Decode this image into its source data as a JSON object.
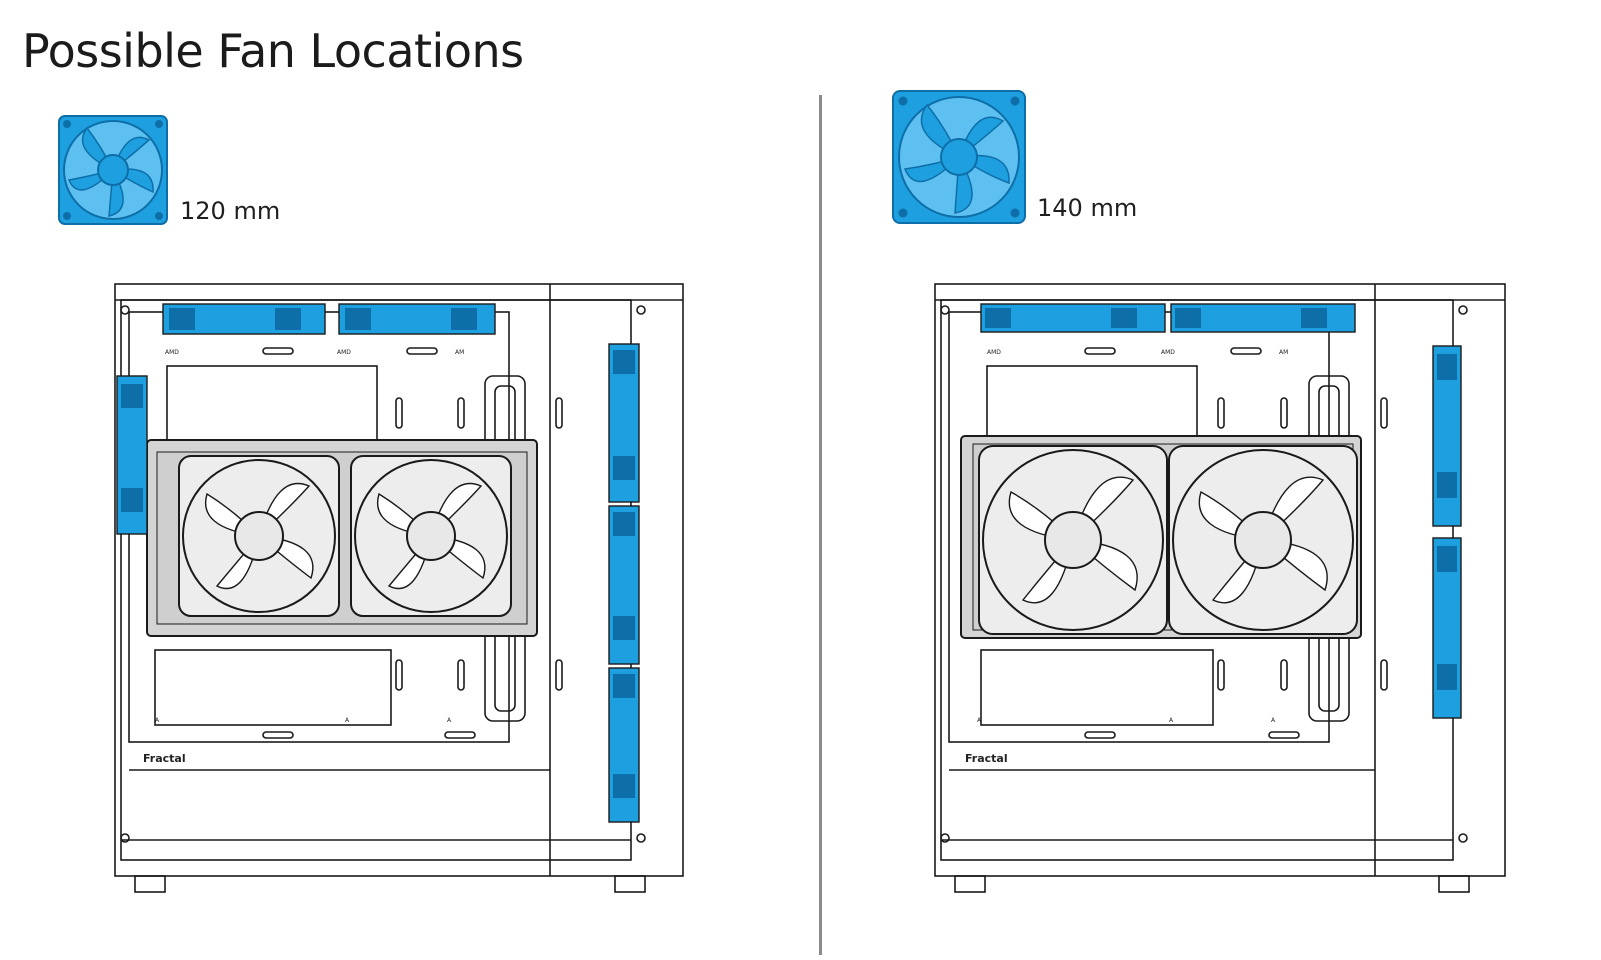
{
  "title": "Possible Fan Locations",
  "panels": [
    {
      "size_label": "120 mm",
      "brand": "Fractal"
    },
    {
      "size_label": "140 mm",
      "brand": "Fractal"
    }
  ],
  "mini_labels": {
    "amd": "AMD",
    "am": "AM",
    "a": "A"
  },
  "colors": {
    "fan_blue": "#1e9fe0",
    "fan_blue_dark": "#0e6fa8",
    "outline": "#1a1a1a",
    "frame_gray": "#d4d4d4",
    "fan_gray": "#e0e0e0"
  }
}
